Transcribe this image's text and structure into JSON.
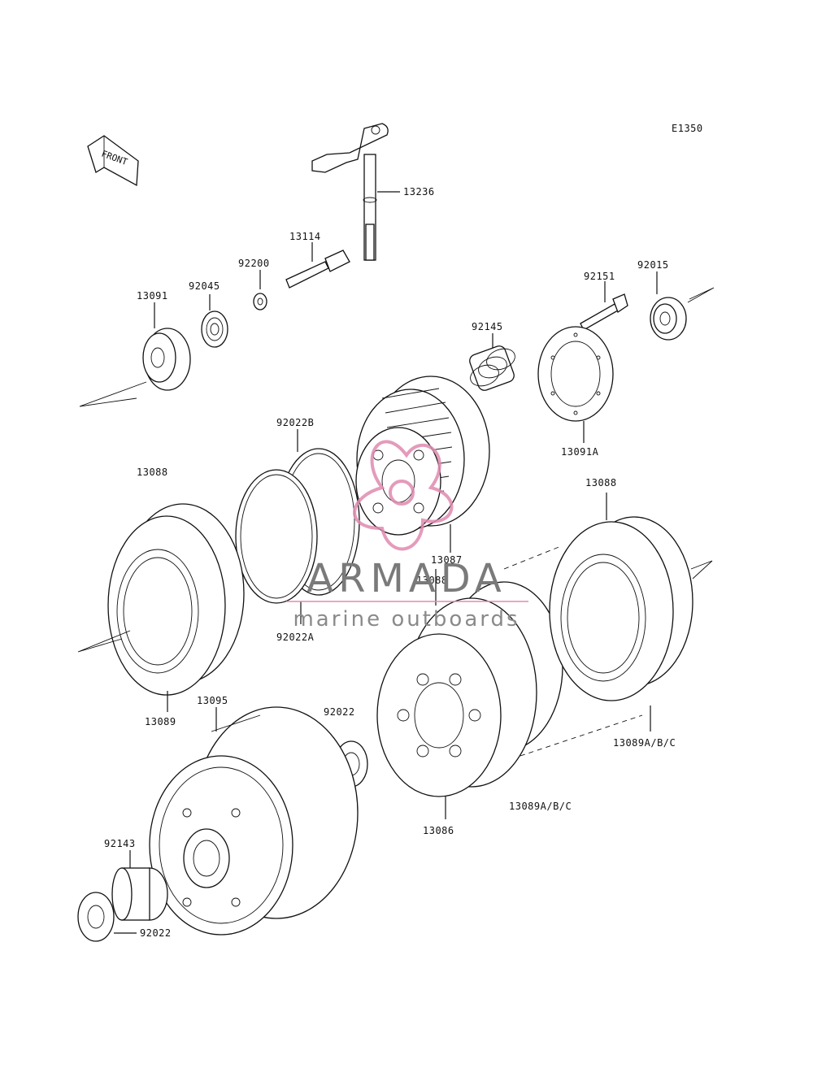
{
  "diagram": {
    "code": "E1350",
    "front_label": "FRONT",
    "parts": [
      {
        "id": "p13236",
        "number": "13236"
      },
      {
        "id": "p13114",
        "number": "13114"
      },
      {
        "id": "p92200",
        "number": "92200"
      },
      {
        "id": "p92045",
        "number": "92045"
      },
      {
        "id": "p13091",
        "number": "13091"
      },
      {
        "id": "p92151",
        "number": "92151"
      },
      {
        "id": "p92015",
        "number": "92015"
      },
      {
        "id": "p92145",
        "number": "92145"
      },
      {
        "id": "p13091A",
        "number": "13091A"
      },
      {
        "id": "p92022B",
        "number": "92022B"
      },
      {
        "id": "p13088a",
        "number": "13088"
      },
      {
        "id": "p13088b",
        "number": "13088"
      },
      {
        "id": "p13088c",
        "number": "13088"
      },
      {
        "id": "p13087",
        "number": "13087"
      },
      {
        "id": "p92022A",
        "number": "92022A"
      },
      {
        "id": "p13089",
        "number": "13089"
      },
      {
        "id": "p13095",
        "number": "13095"
      },
      {
        "id": "p92022a",
        "number": "92022"
      },
      {
        "id": "p13089ABCa",
        "number": "13089A/B/C"
      },
      {
        "id": "p13089ABCb",
        "number": "13089A/B/C"
      },
      {
        "id": "p13086",
        "number": "13086"
      },
      {
        "id": "p92143",
        "number": "92143"
      },
      {
        "id": "p92022b",
        "number": "92022"
      }
    ]
  },
  "watermark": {
    "title": "ARMADA",
    "subtitle": "marine outboards"
  },
  "colors": {
    "line": "#111111",
    "watermark_text": "#7a7a7a",
    "watermark_logo": "#e08ab0"
  }
}
